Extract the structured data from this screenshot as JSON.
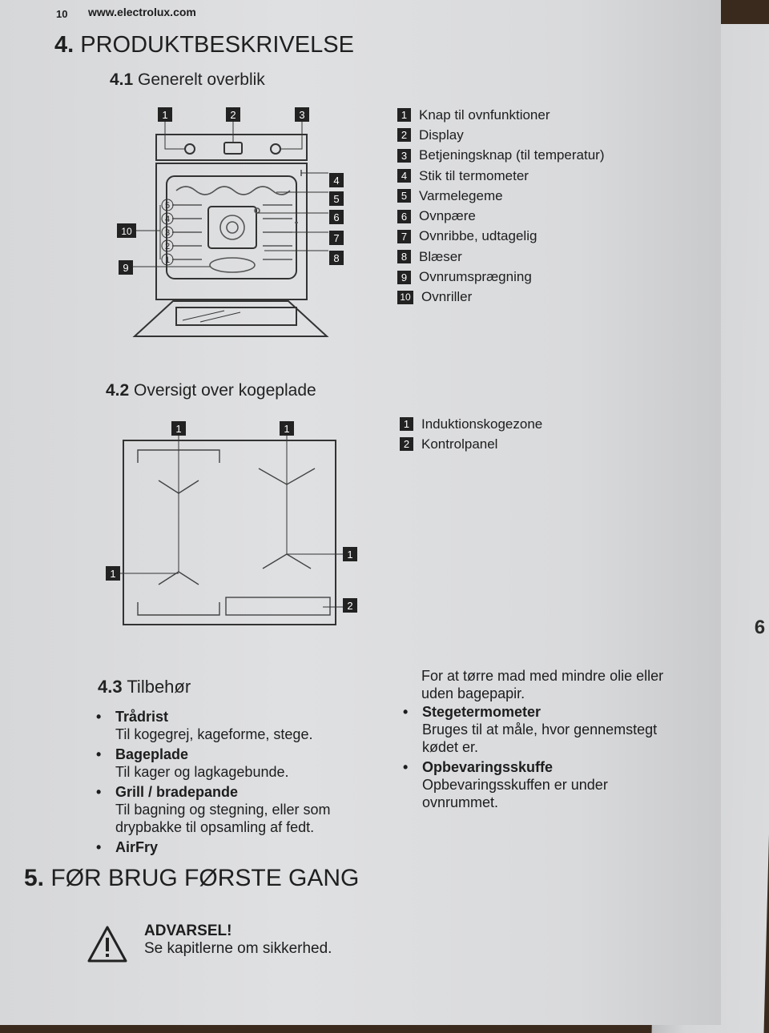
{
  "header": {
    "page_number": "10",
    "url": "www.electrolux.com"
  },
  "section4": {
    "number": "4.",
    "title": "PRODUKTBESKRIVELSE"
  },
  "section41": {
    "number": "4.1",
    "title": "Generelt overblik",
    "callouts": [
      "1",
      "2",
      "3",
      "4",
      "5",
      "6",
      "7",
      "8",
      "9",
      "10"
    ],
    "shelf_levels": [
      "5",
      "4",
      "3",
      "2",
      "1"
    ],
    "legend": [
      {
        "n": "1",
        "label": "Knap til ovnfunktioner"
      },
      {
        "n": "2",
        "label": "Display"
      },
      {
        "n": "3",
        "label": "Betjeningsknap (til temperatur)"
      },
      {
        "n": "4",
        "label": "Stik til termometer"
      },
      {
        "n": "5",
        "label": "Varmelegeme"
      },
      {
        "n": "6",
        "label": "Ovnpære"
      },
      {
        "n": "7",
        "label": "Ovnribbe, udtagelig"
      },
      {
        "n": "8",
        "label": "Blæser"
      },
      {
        "n": "9",
        "label": "Ovnrumsprægning"
      },
      {
        "n": "10",
        "label": "Ovnriller"
      }
    ]
  },
  "section42": {
    "number": "4.2",
    "title": "Oversigt over kogeplade",
    "callouts": [
      "1",
      "1",
      "1",
      "1",
      "2"
    ],
    "legend": [
      {
        "n": "1",
        "label": "Induktionskogezone"
      },
      {
        "n": "2",
        "label": "Kontrolpanel"
      }
    ]
  },
  "section43": {
    "number": "4.3",
    "title": "Tilbehør",
    "left_items": [
      {
        "title": "Trådrist",
        "desc": "Til kogegrej, kageforme, stege."
      },
      {
        "title": "Bageplade",
        "desc": "Til kager og lagkagebunde."
      },
      {
        "title": "Grill / bradepande",
        "desc": "Til bagning og stegning, eller som drypbakke til opsamling af fedt."
      },
      {
        "title": "AirFry",
        "desc": ""
      }
    ],
    "continuation": "For at tørre mad med mindre olie eller uden bagepapir.",
    "right_items": [
      {
        "title": "Stegetermometer",
        "desc": "Bruges til at måle, hvor gennemstegt kødet er."
      },
      {
        "title": "Opbevaringsskuffe",
        "desc": "Opbevaringsskuffen er under ovnrummet."
      }
    ]
  },
  "section5": {
    "number": "5.",
    "title": "FØR BRUG FØRSTE GANG"
  },
  "warning": {
    "title": "ADVARSEL!",
    "text": "Se kapitlerne om sikkerhed."
  },
  "next_page": {
    "edge_char": "6"
  },
  "bullet": "•"
}
